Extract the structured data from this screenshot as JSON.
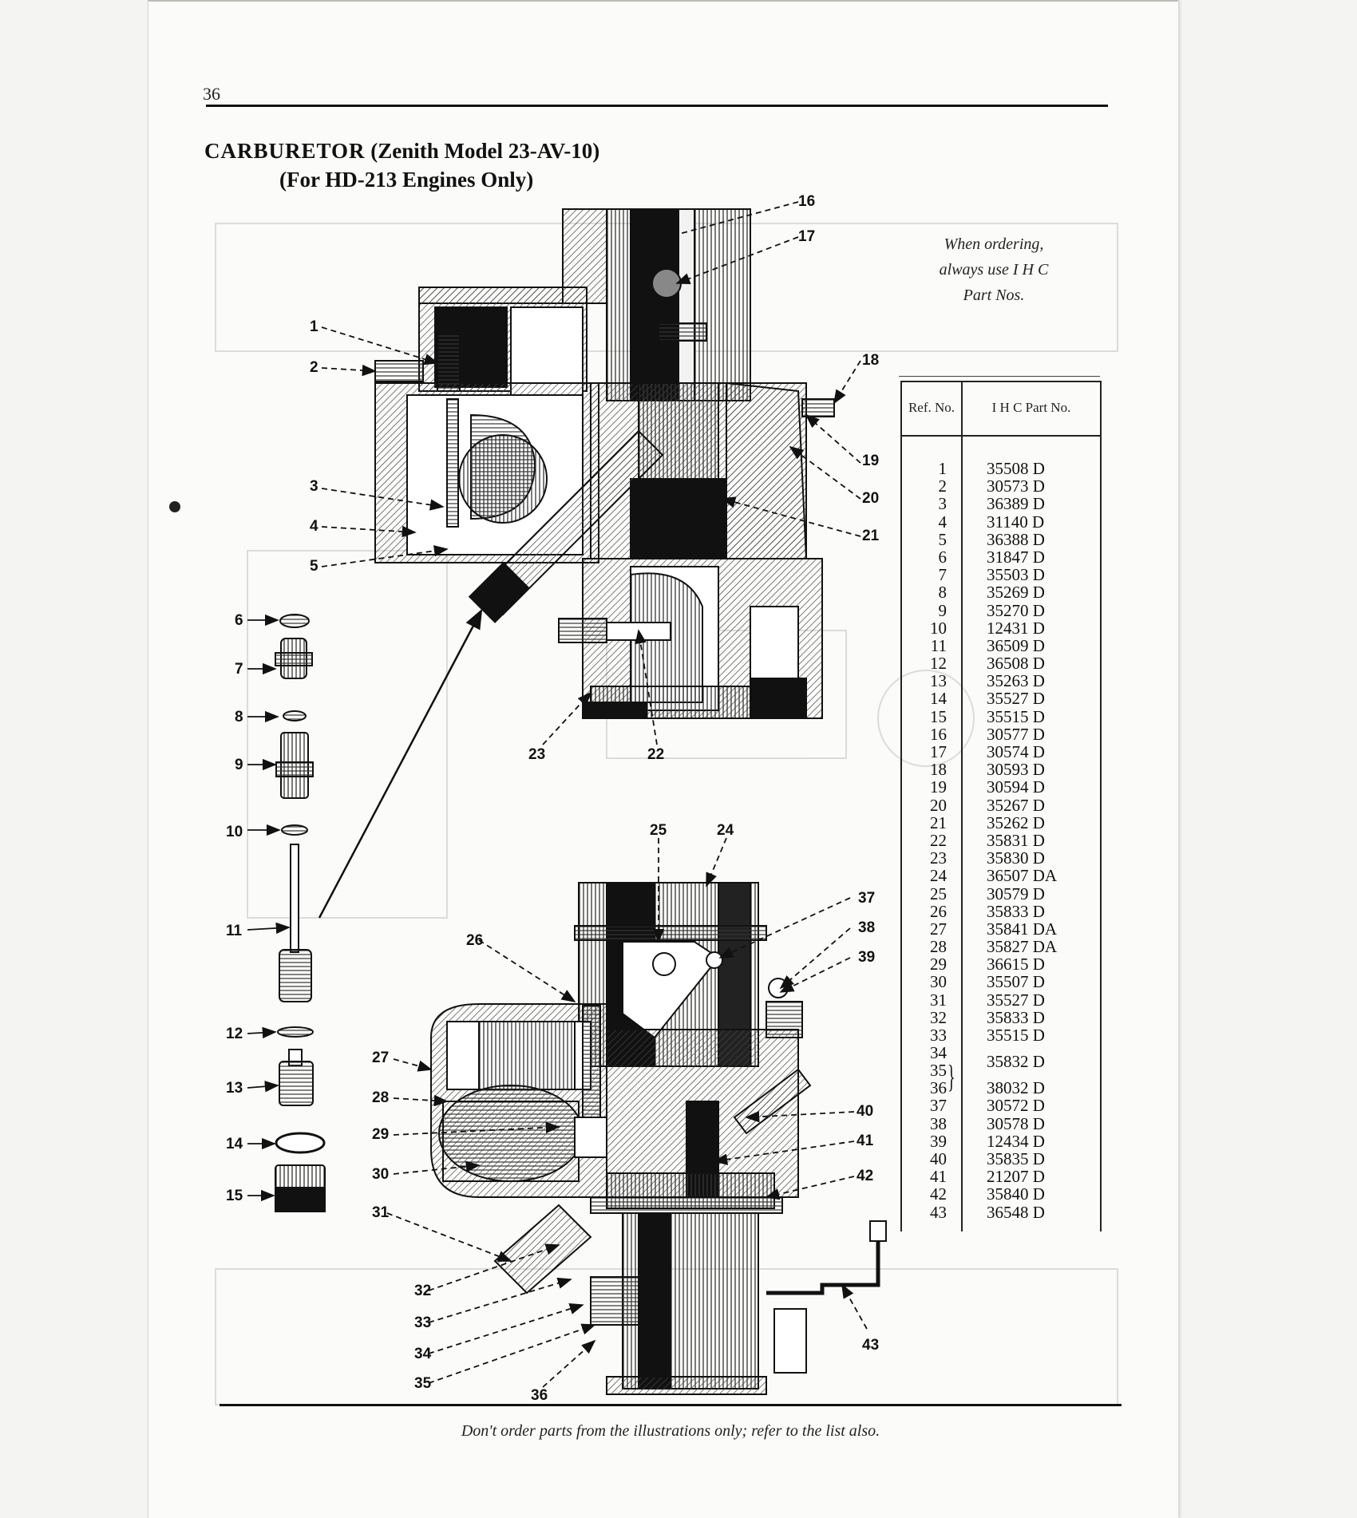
{
  "page_number": "36",
  "title": "CARBURETOR",
  "title_model": "(Zenith Model 23-AV-10)",
  "subtitle": "(For HD-213 Engines Only)",
  "order_note": "When ordering, always use I H C Part Nos.",
  "table": {
    "header_ref": "Ref. No.",
    "header_part": "I H C Part No.",
    "rows": [
      {
        "ref": "1",
        "part": "35508 D"
      },
      {
        "ref": "2",
        "part": "30573 D"
      },
      {
        "ref": "3",
        "part": "36389 D"
      },
      {
        "ref": "4",
        "part": "31140 D"
      },
      {
        "ref": "5",
        "part": "36388 D"
      },
      {
        "ref": "6",
        "part": "31847 D"
      },
      {
        "ref": "7",
        "part": "35503 D"
      },
      {
        "ref": "8",
        "part": "35269 D"
      },
      {
        "ref": "9",
        "part": "35270 D"
      },
      {
        "ref": "10",
        "part": "12431 D"
      },
      {
        "ref": "11",
        "part": "36509 D"
      },
      {
        "ref": "12",
        "part": "36508 D"
      },
      {
        "ref": "13",
        "part": "35263 D"
      },
      {
        "ref": "14",
        "part": "35527 D"
      },
      {
        "ref": "15",
        "part": "35515 D"
      },
      {
        "ref": "16",
        "part": "30577 D"
      },
      {
        "ref": "17",
        "part": "30574 D"
      },
      {
        "ref": "18",
        "part": "30593 D"
      },
      {
        "ref": "19",
        "part": "30594 D"
      },
      {
        "ref": "20",
        "part": "35267 D"
      },
      {
        "ref": "21",
        "part": "35262 D"
      },
      {
        "ref": "22",
        "part": "35831 D"
      },
      {
        "ref": "23",
        "part": "35830 D"
      },
      {
        "ref": "24",
        "part": "36507 DA"
      },
      {
        "ref": "25",
        "part": "30579 D"
      },
      {
        "ref": "26",
        "part": "35833 D"
      },
      {
        "ref": "27",
        "part": "35841 DA"
      },
      {
        "ref": "28",
        "part": "35827 DA"
      },
      {
        "ref": "29",
        "part": "36615 D"
      },
      {
        "ref": "30",
        "part": "35507 D"
      },
      {
        "ref": "31",
        "part": "35527 D"
      },
      {
        "ref": "32",
        "part": "35833 D"
      },
      {
        "ref": "33",
        "part": "35515 D"
      },
      {
        "ref": "34",
        "ref2": "35",
        "part": "35832 D"
      },
      {
        "ref": "36",
        "part": "38032 D"
      },
      {
        "ref": "37",
        "part": "30572 D"
      },
      {
        "ref": "38",
        "part": "30578 D"
      },
      {
        "ref": "39",
        "part": "12434 D"
      },
      {
        "ref": "40",
        "part": "35835 D"
      },
      {
        "ref": "41",
        "part": "21207 D"
      },
      {
        "ref": "42",
        "part": "35840 D"
      },
      {
        "ref": "43",
        "part": "36548 D"
      }
    ]
  },
  "callouts": [
    "1",
    "2",
    "3",
    "4",
    "5",
    "6",
    "7",
    "8",
    "9",
    "10",
    "11",
    "12",
    "13",
    "14",
    "15",
    "16",
    "17",
    "18",
    "19",
    "20",
    "21",
    "22",
    "23",
    "24",
    "25",
    "26",
    "27",
    "28",
    "29",
    "30",
    "31",
    "32",
    "33",
    "34",
    "35",
    "36",
    "37",
    "38",
    "39",
    "40",
    "41",
    "42",
    "43"
  ],
  "footer_note": "Don't order parts from the illustrations only; refer to the list also."
}
